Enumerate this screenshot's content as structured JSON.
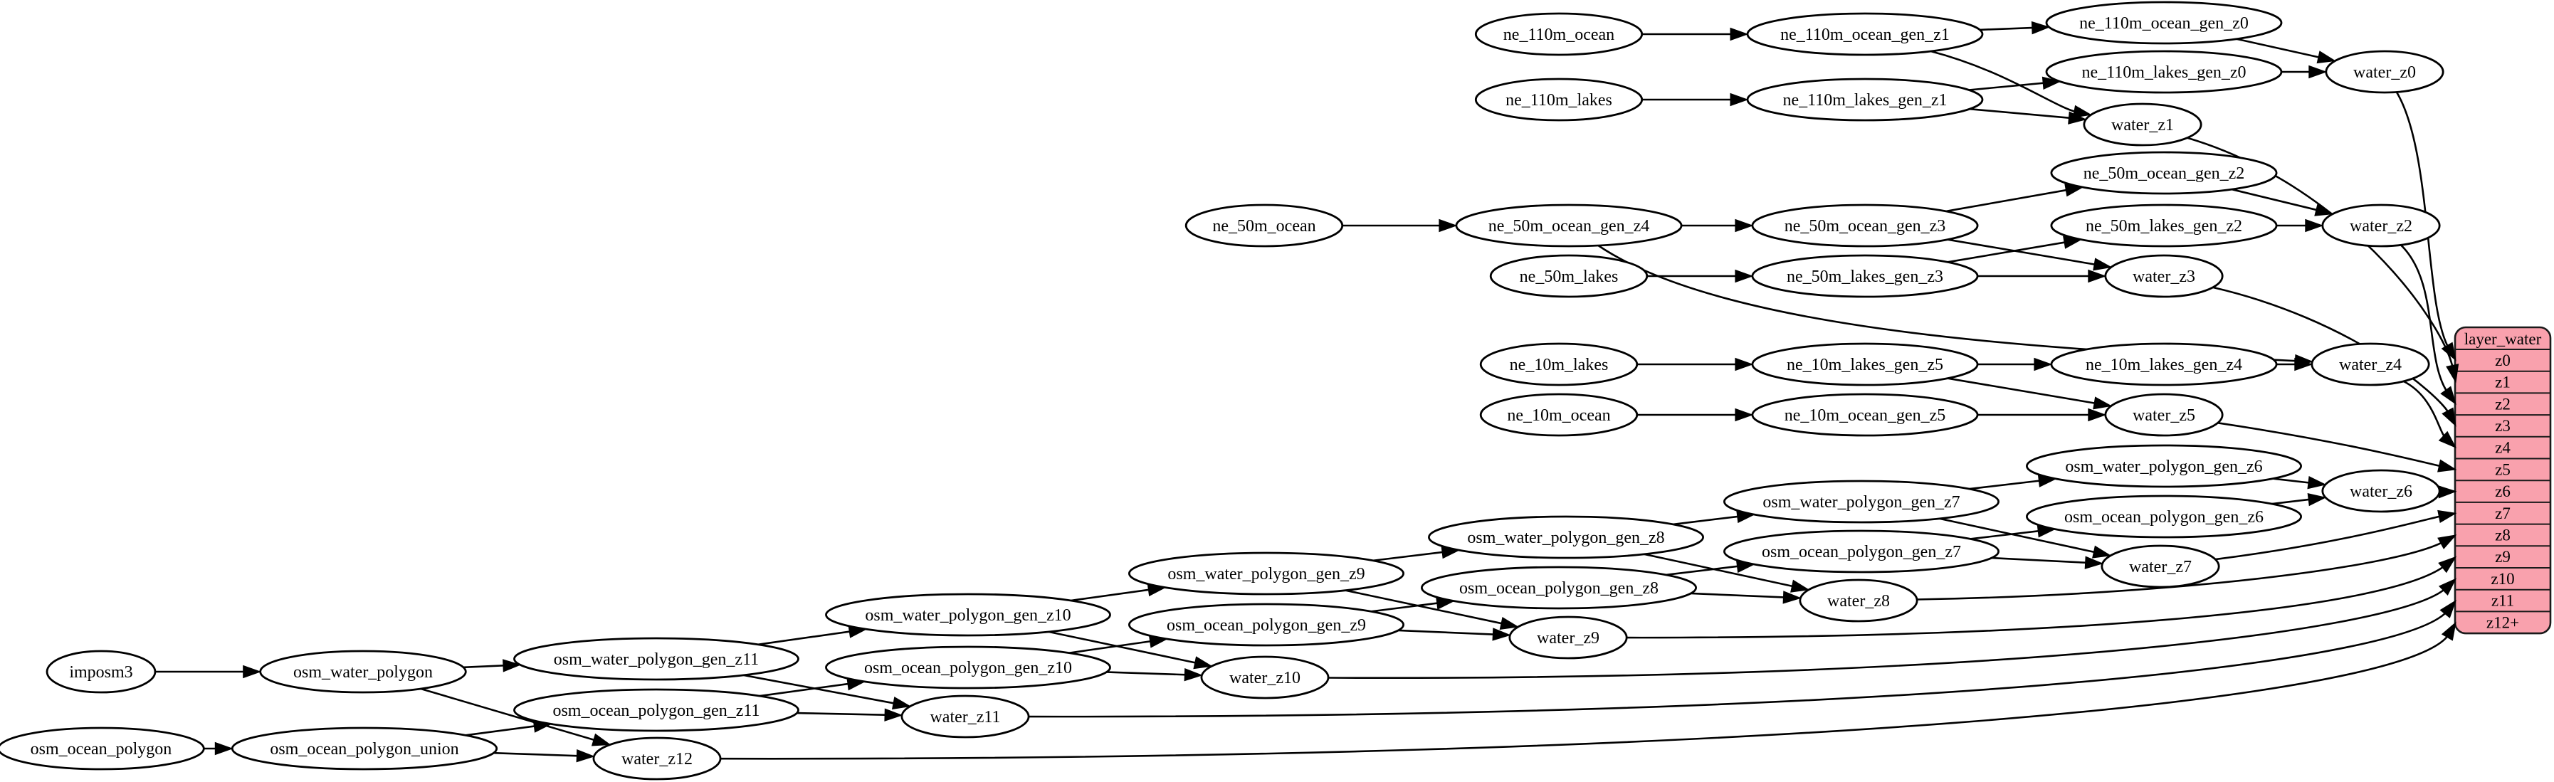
{
  "background": "#ffffff",
  "colors": {
    "edge": "#000000",
    "node_fill": "#ffffff",
    "node_stroke": "#000000",
    "record_fill": "#f9a1ad",
    "record_stroke": "#1a1a1a",
    "text": "#000000"
  },
  "record": {
    "title": "layer_water",
    "rows": [
      "z0",
      "z1",
      "z2",
      "z3",
      "z4",
      "z5",
      "z6",
      "z7",
      "z8",
      "z9",
      "z10",
      "z11",
      "z12+"
    ]
  },
  "nodes": [
    "imposm3",
    "osm_water_polygon",
    "osm_ocean_polygon",
    "osm_ocean_polygon_union",
    "osm_water_polygon_gen_z11",
    "osm_ocean_polygon_gen_z11",
    "water_z12",
    "osm_water_polygon_gen_z10",
    "osm_ocean_polygon_gen_z10",
    "water_z11",
    "osm_water_polygon_gen_z9",
    "osm_ocean_polygon_gen_z9",
    "water_z10",
    "osm_water_polygon_gen_z8",
    "osm_ocean_polygon_gen_z8",
    "water_z9",
    "osm_water_polygon_gen_z7",
    "osm_ocean_polygon_gen_z7",
    "water_z8",
    "osm_water_polygon_gen_z6",
    "osm_ocean_polygon_gen_z6",
    "water_z7",
    "water_z6",
    "ne_10m_lakes",
    "ne_10m_lakes_gen_z5",
    "ne_10m_lakes_gen_z4",
    "water_z4",
    "ne_10m_ocean",
    "ne_10m_ocean_gen_z5",
    "water_z5",
    "ne_50m_ocean",
    "ne_50m_ocean_gen_z4",
    "ne_50m_ocean_gen_z3",
    "ne_50m_ocean_gen_z2",
    "ne_50m_lakes",
    "ne_50m_lakes_gen_z3",
    "ne_50m_lakes_gen_z2",
    "water_z2",
    "water_z3",
    "ne_110m_ocean",
    "ne_110m_ocean_gen_z1",
    "ne_110m_ocean_gen_z0",
    "ne_110m_lakes",
    "ne_110m_lakes_gen_z1",
    "ne_110m_lakes_gen_z0",
    "water_z0",
    "water_z1"
  ],
  "edges": [
    [
      "ne_110m_ocean",
      "ne_110m_ocean_gen_z1"
    ],
    [
      "ne_110m_ocean_gen_z1",
      "ne_110m_ocean_gen_z0"
    ],
    [
      "ne_110m_ocean_gen_z1",
      "water_z1"
    ],
    [
      "ne_110m_ocean_gen_z0",
      "water_z0"
    ],
    [
      "ne_110m_lakes",
      "ne_110m_lakes_gen_z1"
    ],
    [
      "ne_110m_lakes_gen_z1",
      "ne_110m_lakes_gen_z0"
    ],
    [
      "ne_110m_lakes_gen_z1",
      "water_z1"
    ],
    [
      "ne_110m_lakes_gen_z0",
      "water_z0"
    ],
    [
      "ne_50m_ocean",
      "ne_50m_ocean_gen_z4"
    ],
    [
      "ne_50m_ocean_gen_z4",
      "ne_50m_ocean_gen_z3"
    ],
    [
      "ne_50m_ocean_gen_z4",
      "water_z4"
    ],
    [
      "ne_50m_ocean_gen_z3",
      "ne_50m_ocean_gen_z2"
    ],
    [
      "ne_50m_ocean_gen_z3",
      "water_z3"
    ],
    [
      "ne_50m_ocean_gen_z2",
      "water_z2"
    ],
    [
      "ne_50m_lakes",
      "ne_50m_lakes_gen_z3"
    ],
    [
      "ne_50m_lakes_gen_z3",
      "ne_50m_lakes_gen_z2"
    ],
    [
      "ne_50m_lakes_gen_z3",
      "water_z3"
    ],
    [
      "ne_50m_lakes_gen_z2",
      "water_z2"
    ],
    [
      "ne_10m_lakes",
      "ne_10m_lakes_gen_z5"
    ],
    [
      "ne_10m_lakes_gen_z5",
      "ne_10m_lakes_gen_z4"
    ],
    [
      "ne_10m_lakes_gen_z5",
      "water_z5"
    ],
    [
      "ne_10m_lakes_gen_z4",
      "water_z4"
    ],
    [
      "ne_10m_ocean",
      "ne_10m_ocean_gen_z5"
    ],
    [
      "ne_10m_ocean_gen_z5",
      "water_z5"
    ],
    [
      "imposm3",
      "osm_water_polygon"
    ],
    [
      "osm_water_polygon",
      "osm_water_polygon_gen_z11"
    ],
    [
      "osm_water_polygon",
      "water_z12"
    ],
    [
      "osm_ocean_polygon",
      "osm_ocean_polygon_union"
    ],
    [
      "osm_ocean_polygon_union",
      "osm_ocean_polygon_gen_z11"
    ],
    [
      "osm_ocean_polygon_union",
      "water_z12"
    ],
    [
      "osm_water_polygon_gen_z11",
      "osm_water_polygon_gen_z10"
    ],
    [
      "osm_water_polygon_gen_z11",
      "water_z11"
    ],
    [
      "osm_ocean_polygon_gen_z11",
      "osm_ocean_polygon_gen_z10"
    ],
    [
      "osm_ocean_polygon_gen_z11",
      "water_z11"
    ],
    [
      "osm_water_polygon_gen_z10",
      "osm_water_polygon_gen_z9"
    ],
    [
      "osm_water_polygon_gen_z10",
      "water_z10"
    ],
    [
      "osm_ocean_polygon_gen_z10",
      "osm_ocean_polygon_gen_z9"
    ],
    [
      "osm_ocean_polygon_gen_z10",
      "water_z10"
    ],
    [
      "osm_water_polygon_gen_z9",
      "osm_water_polygon_gen_z8"
    ],
    [
      "osm_water_polygon_gen_z9",
      "water_z9"
    ],
    [
      "osm_ocean_polygon_gen_z9",
      "osm_ocean_polygon_gen_z8"
    ],
    [
      "osm_ocean_polygon_gen_z9",
      "water_z9"
    ],
    [
      "osm_water_polygon_gen_z8",
      "osm_water_polygon_gen_z7"
    ],
    [
      "osm_water_polygon_gen_z8",
      "water_z8"
    ],
    [
      "osm_ocean_polygon_gen_z8",
      "osm_ocean_polygon_gen_z7"
    ],
    [
      "osm_ocean_polygon_gen_z8",
      "water_z8"
    ],
    [
      "osm_water_polygon_gen_z7",
      "osm_water_polygon_gen_z6"
    ],
    [
      "osm_water_polygon_gen_z7",
      "water_z7"
    ],
    [
      "osm_ocean_polygon_gen_z7",
      "osm_ocean_polygon_gen_z6"
    ],
    [
      "osm_ocean_polygon_gen_z7",
      "water_z7"
    ],
    [
      "osm_water_polygon_gen_z6",
      "water_z6"
    ],
    [
      "osm_ocean_polygon_gen_z6",
      "water_z6"
    ]
  ],
  "record_edges": [
    [
      "water_z0",
      "z0"
    ],
    [
      "water_z1",
      "z1"
    ],
    [
      "water_z2",
      "z2"
    ],
    [
      "water_z3",
      "z3"
    ],
    [
      "water_z4",
      "z4"
    ],
    [
      "water_z5",
      "z5"
    ],
    [
      "water_z6",
      "z6"
    ],
    [
      "water_z7",
      "z7"
    ],
    [
      "water_z8",
      "z8"
    ],
    [
      "water_z9",
      "z9"
    ],
    [
      "water_z10",
      "z10"
    ],
    [
      "water_z11",
      "z11"
    ],
    [
      "water_z12",
      "z12+"
    ]
  ]
}
